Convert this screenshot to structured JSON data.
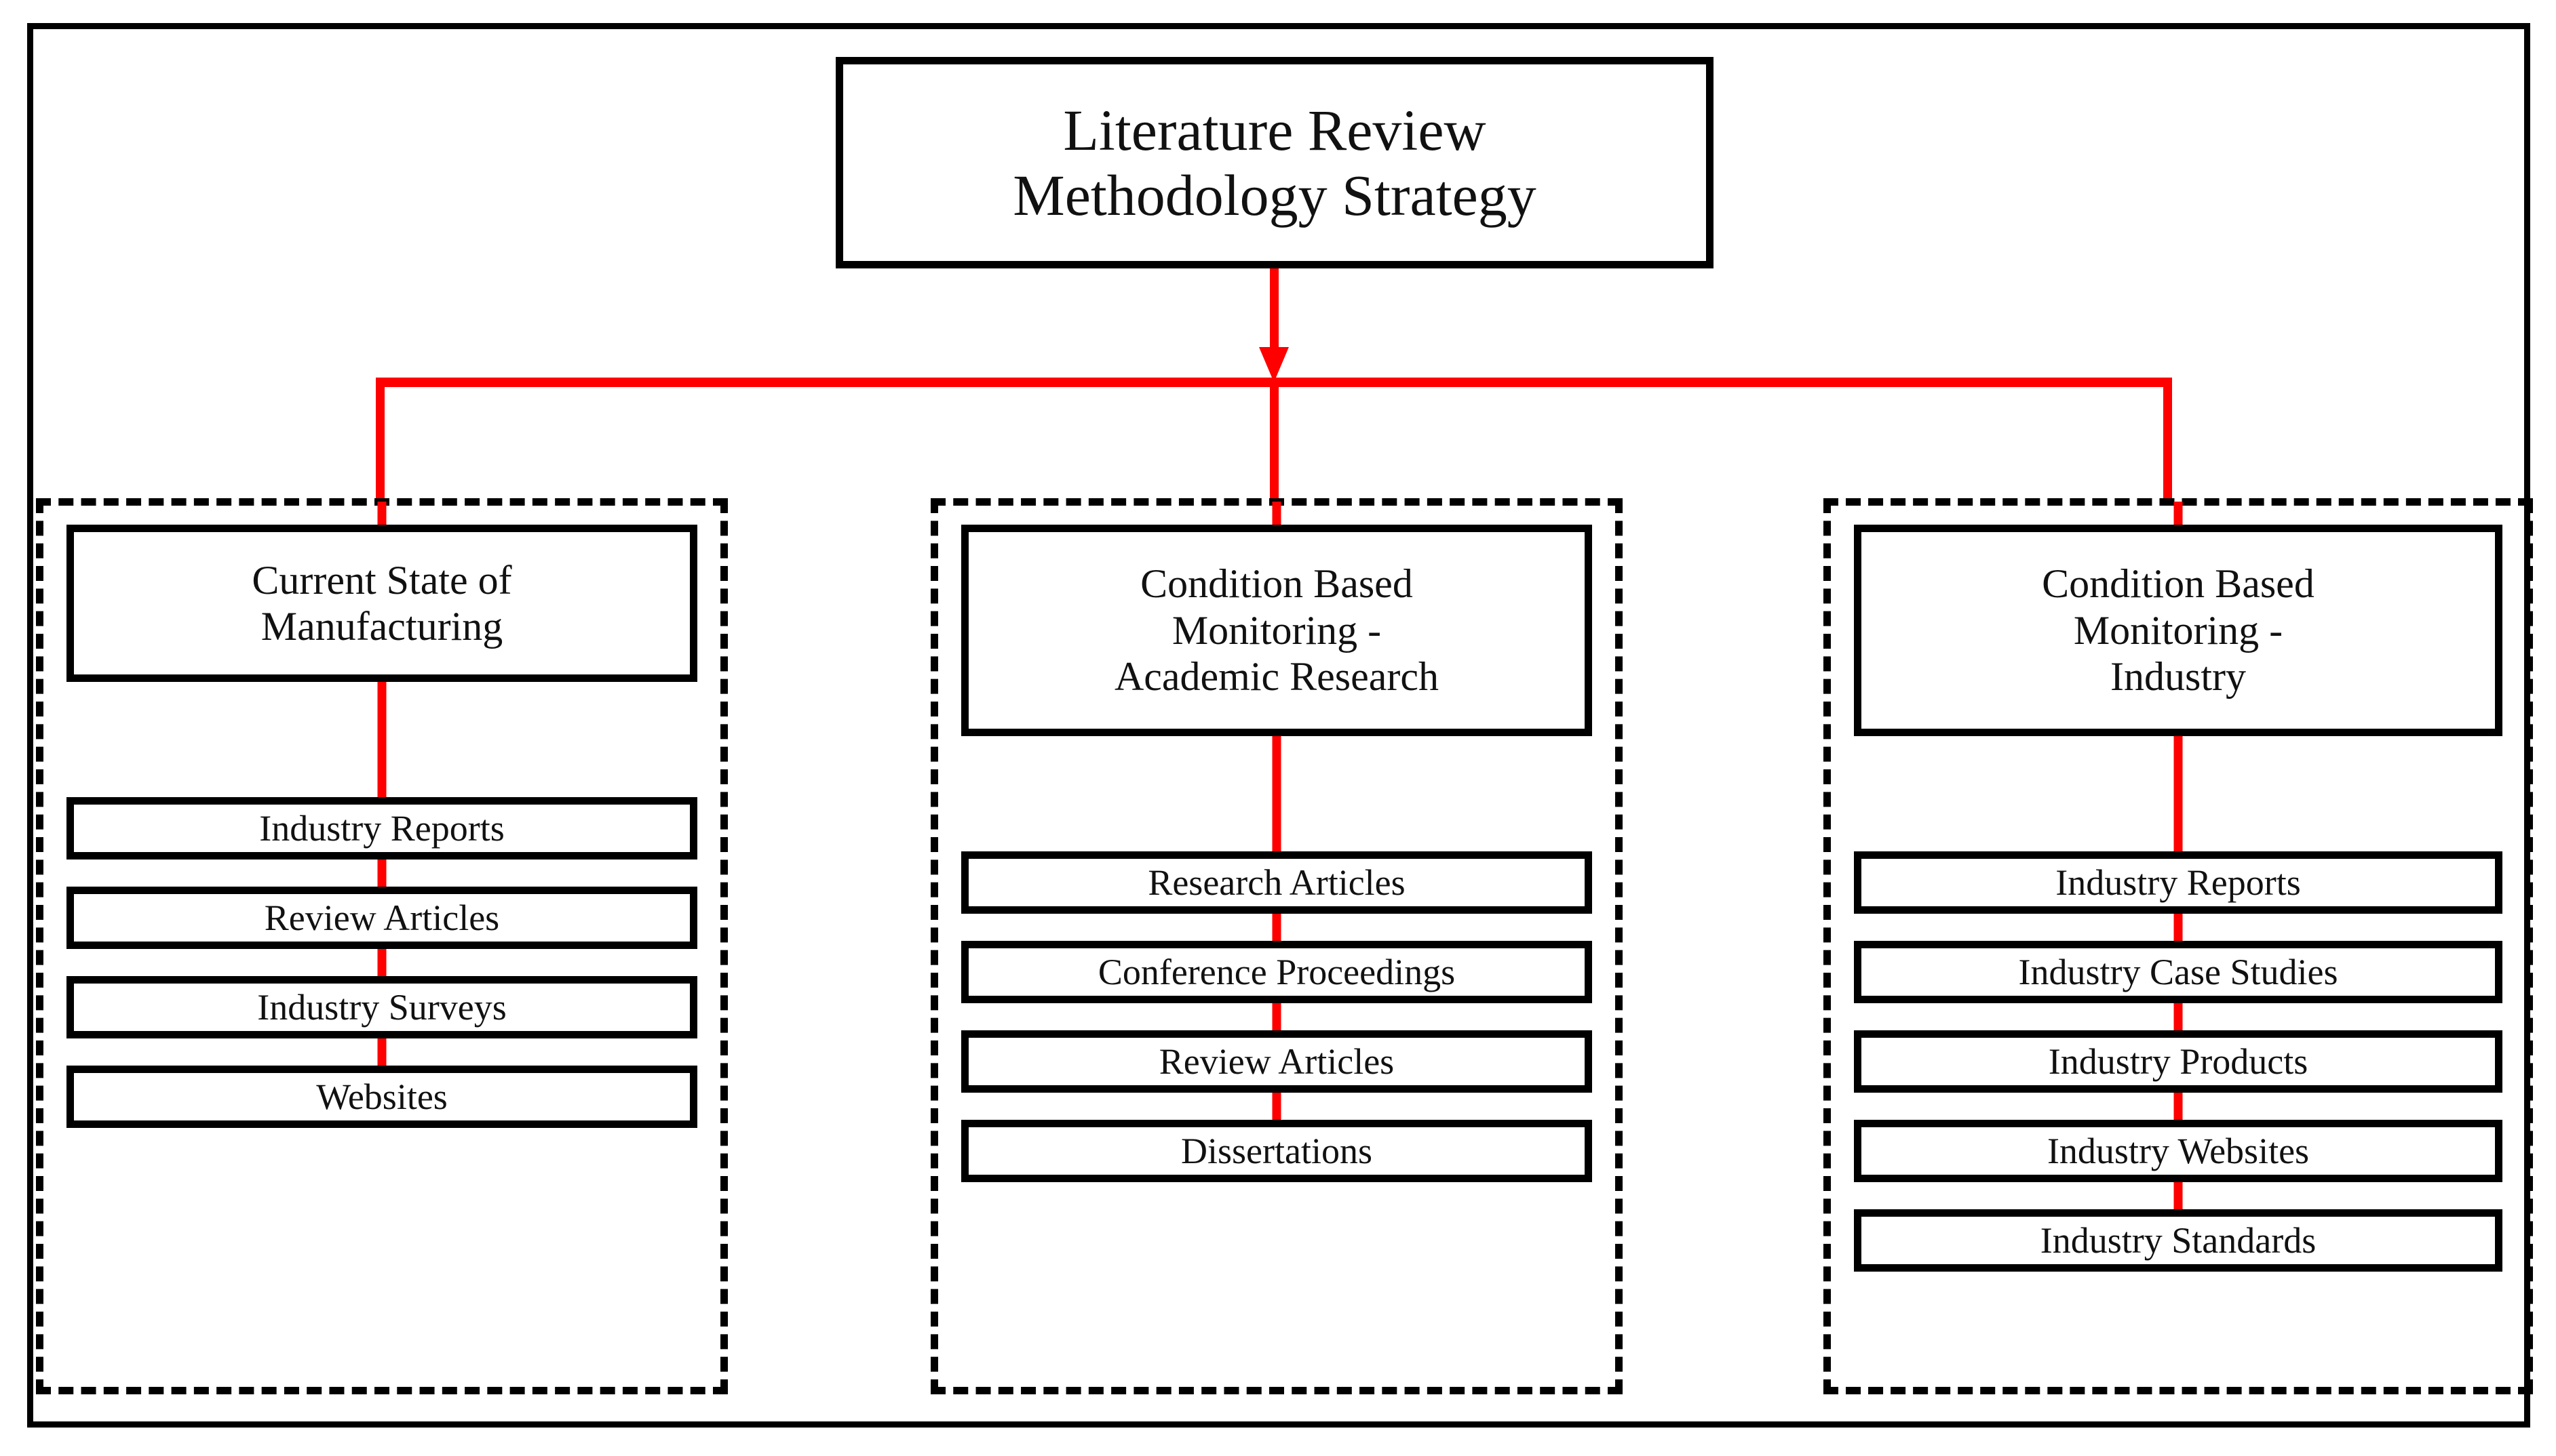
{
  "diagram": {
    "title": "Literature Review Methodology Strategy",
    "root": {
      "label": "Literature Review\nMethodology Strategy"
    },
    "colors": {
      "connector": "#FE0000",
      "box_border": "#000000",
      "group_border": "#000000",
      "background": "#FFFFFF",
      "text": "#111111"
    },
    "branches": [
      {
        "header": "Current State of\nManufacturing",
        "header_lines": 2,
        "items": [
          "Industry Reports",
          "Review Articles",
          "Industry Surveys",
          "Websites"
        ]
      },
      {
        "header": "Condition Based\nMonitoring -\nAcademic Research",
        "header_lines": 3,
        "items": [
          "Research Articles",
          "Conference Proceedings",
          "Review Articles",
          "Dissertations"
        ]
      },
      {
        "header": "Condition Based\nMonitoring -\nIndustry",
        "header_lines": 3,
        "items": [
          "Industry Reports",
          "Industry Case Studies",
          "Industry Products",
          "Industry Websites",
          "Industry Standards"
        ]
      }
    ]
  }
}
